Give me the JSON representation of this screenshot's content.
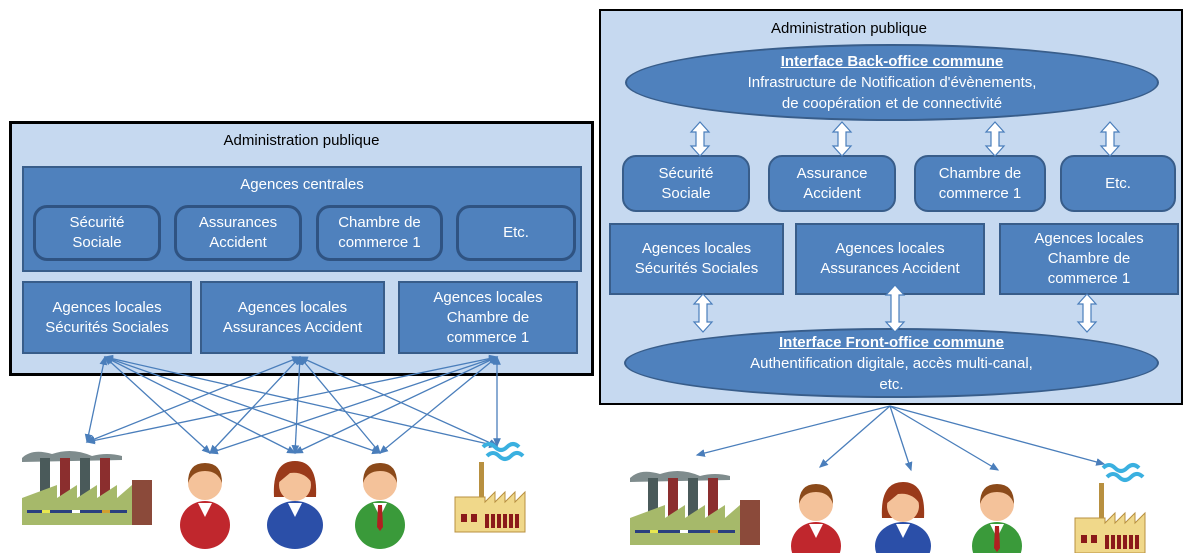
{
  "left": {
    "title": "Administration publique",
    "central": {
      "label": "Agences centrales",
      "items": [
        "Sécurité\nSociale",
        "Assurances\nAccident",
        "Chambre  de\ncommerce 1",
        "Etc."
      ]
    },
    "locals": [
      "Agences locales\nSécurités Sociales",
      "Agences locales\nAssurances Accident",
      "Agences locales\nChambre de\ncommerce 1"
    ]
  },
  "right": {
    "title": "Administration publique",
    "backoffice": {
      "title": "Interface Back-office commune",
      "body": "Infrastructure de Notification d'évènements,\nde coopération et de connectivité"
    },
    "agencies": [
      "Sécurité\nSociale",
      "Assurance\nAccident",
      "Chambre de\ncommerce 1",
      "Etc."
    ],
    "locals": [
      "Agences locales\nSécurités Sociales",
      "Agences locales\nAssurances Accident",
      "Agences locales\nChambre de\ncommerce 1"
    ],
    "frontoffice": {
      "title": "Interface Front-office commune",
      "body": "Authentification digitale, accès multi-canal,\netc."
    }
  },
  "actors": [
    "factory-gray-icon",
    "man-red-icon",
    "woman-blue-icon",
    "man-green-icon",
    "factory-yellow-icon"
  ],
  "colors": {
    "box": "#4f81bd",
    "panel": "#c6d9f0",
    "arrow": "#4a7ebb"
  }
}
